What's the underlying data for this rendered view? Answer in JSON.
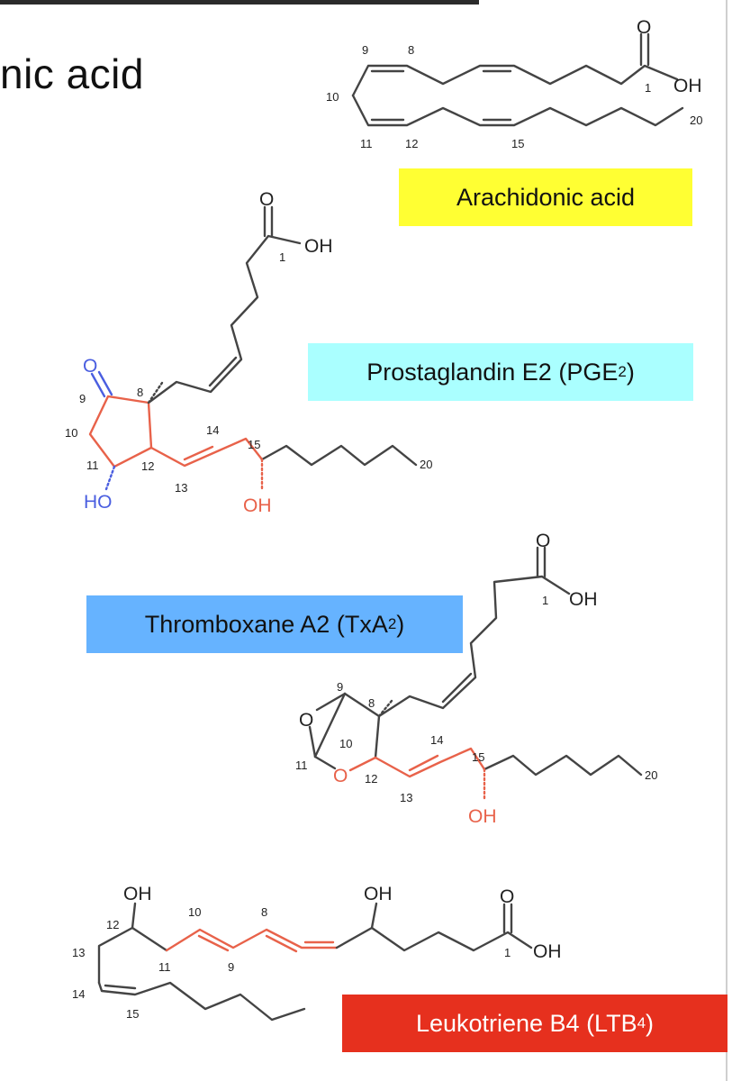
{
  "title_fragment": "nic acid",
  "molecules": {
    "arachidonic": {
      "name": "Arachidonic acid",
      "atom_O": "O",
      "atom_OH": "OH",
      "n9": "9",
      "n8": "8",
      "n10": "10",
      "n11": "11",
      "n12": "12",
      "n15": "15",
      "n1": "1",
      "n20": "20"
    },
    "pge2": {
      "name_main": "Prostaglandin E2 (PGE",
      "name_sub": "2",
      "name_end": ")",
      "atom_O_top": "O",
      "atom_OH_top": "OH",
      "atom_O_keto": "O",
      "atom_HO": "HO",
      "atom_OH15": "OH",
      "n1": "1",
      "n9": "9",
      "n8": "8",
      "n10": "10",
      "n11": "11",
      "n12": "12",
      "n13": "13",
      "n14": "14",
      "n15": "15",
      "n20": "20"
    },
    "txa2": {
      "name_main": "Thromboxane A2 (TxA",
      "name_sub": "2",
      "name_end": ")",
      "atom_O_top": "O",
      "atom_OH_top": "OH",
      "atom_O_bridge": "O",
      "atom_O_ring": "O",
      "atom_OH15": "OH",
      "n1": "1",
      "n9": "9",
      "n8": "8",
      "n10": "10",
      "n11": "11",
      "n12": "12",
      "n13": "13",
      "n14": "14",
      "n15": "15",
      "n20": "20"
    },
    "ltb4": {
      "name_main": "Leukotriene B4 (LTB",
      "name_sub": "4",
      "name_end": ")",
      "atom_OH12": "OH",
      "atom_OH5": "OH",
      "atom_O_top": "O",
      "atom_OH_acid": "OH",
      "n12": "12",
      "n10": "10",
      "n8": "8",
      "n13": "13",
      "n11": "11",
      "n9": "9",
      "n14": "14",
      "n15": "15",
      "n1": "1"
    }
  }
}
